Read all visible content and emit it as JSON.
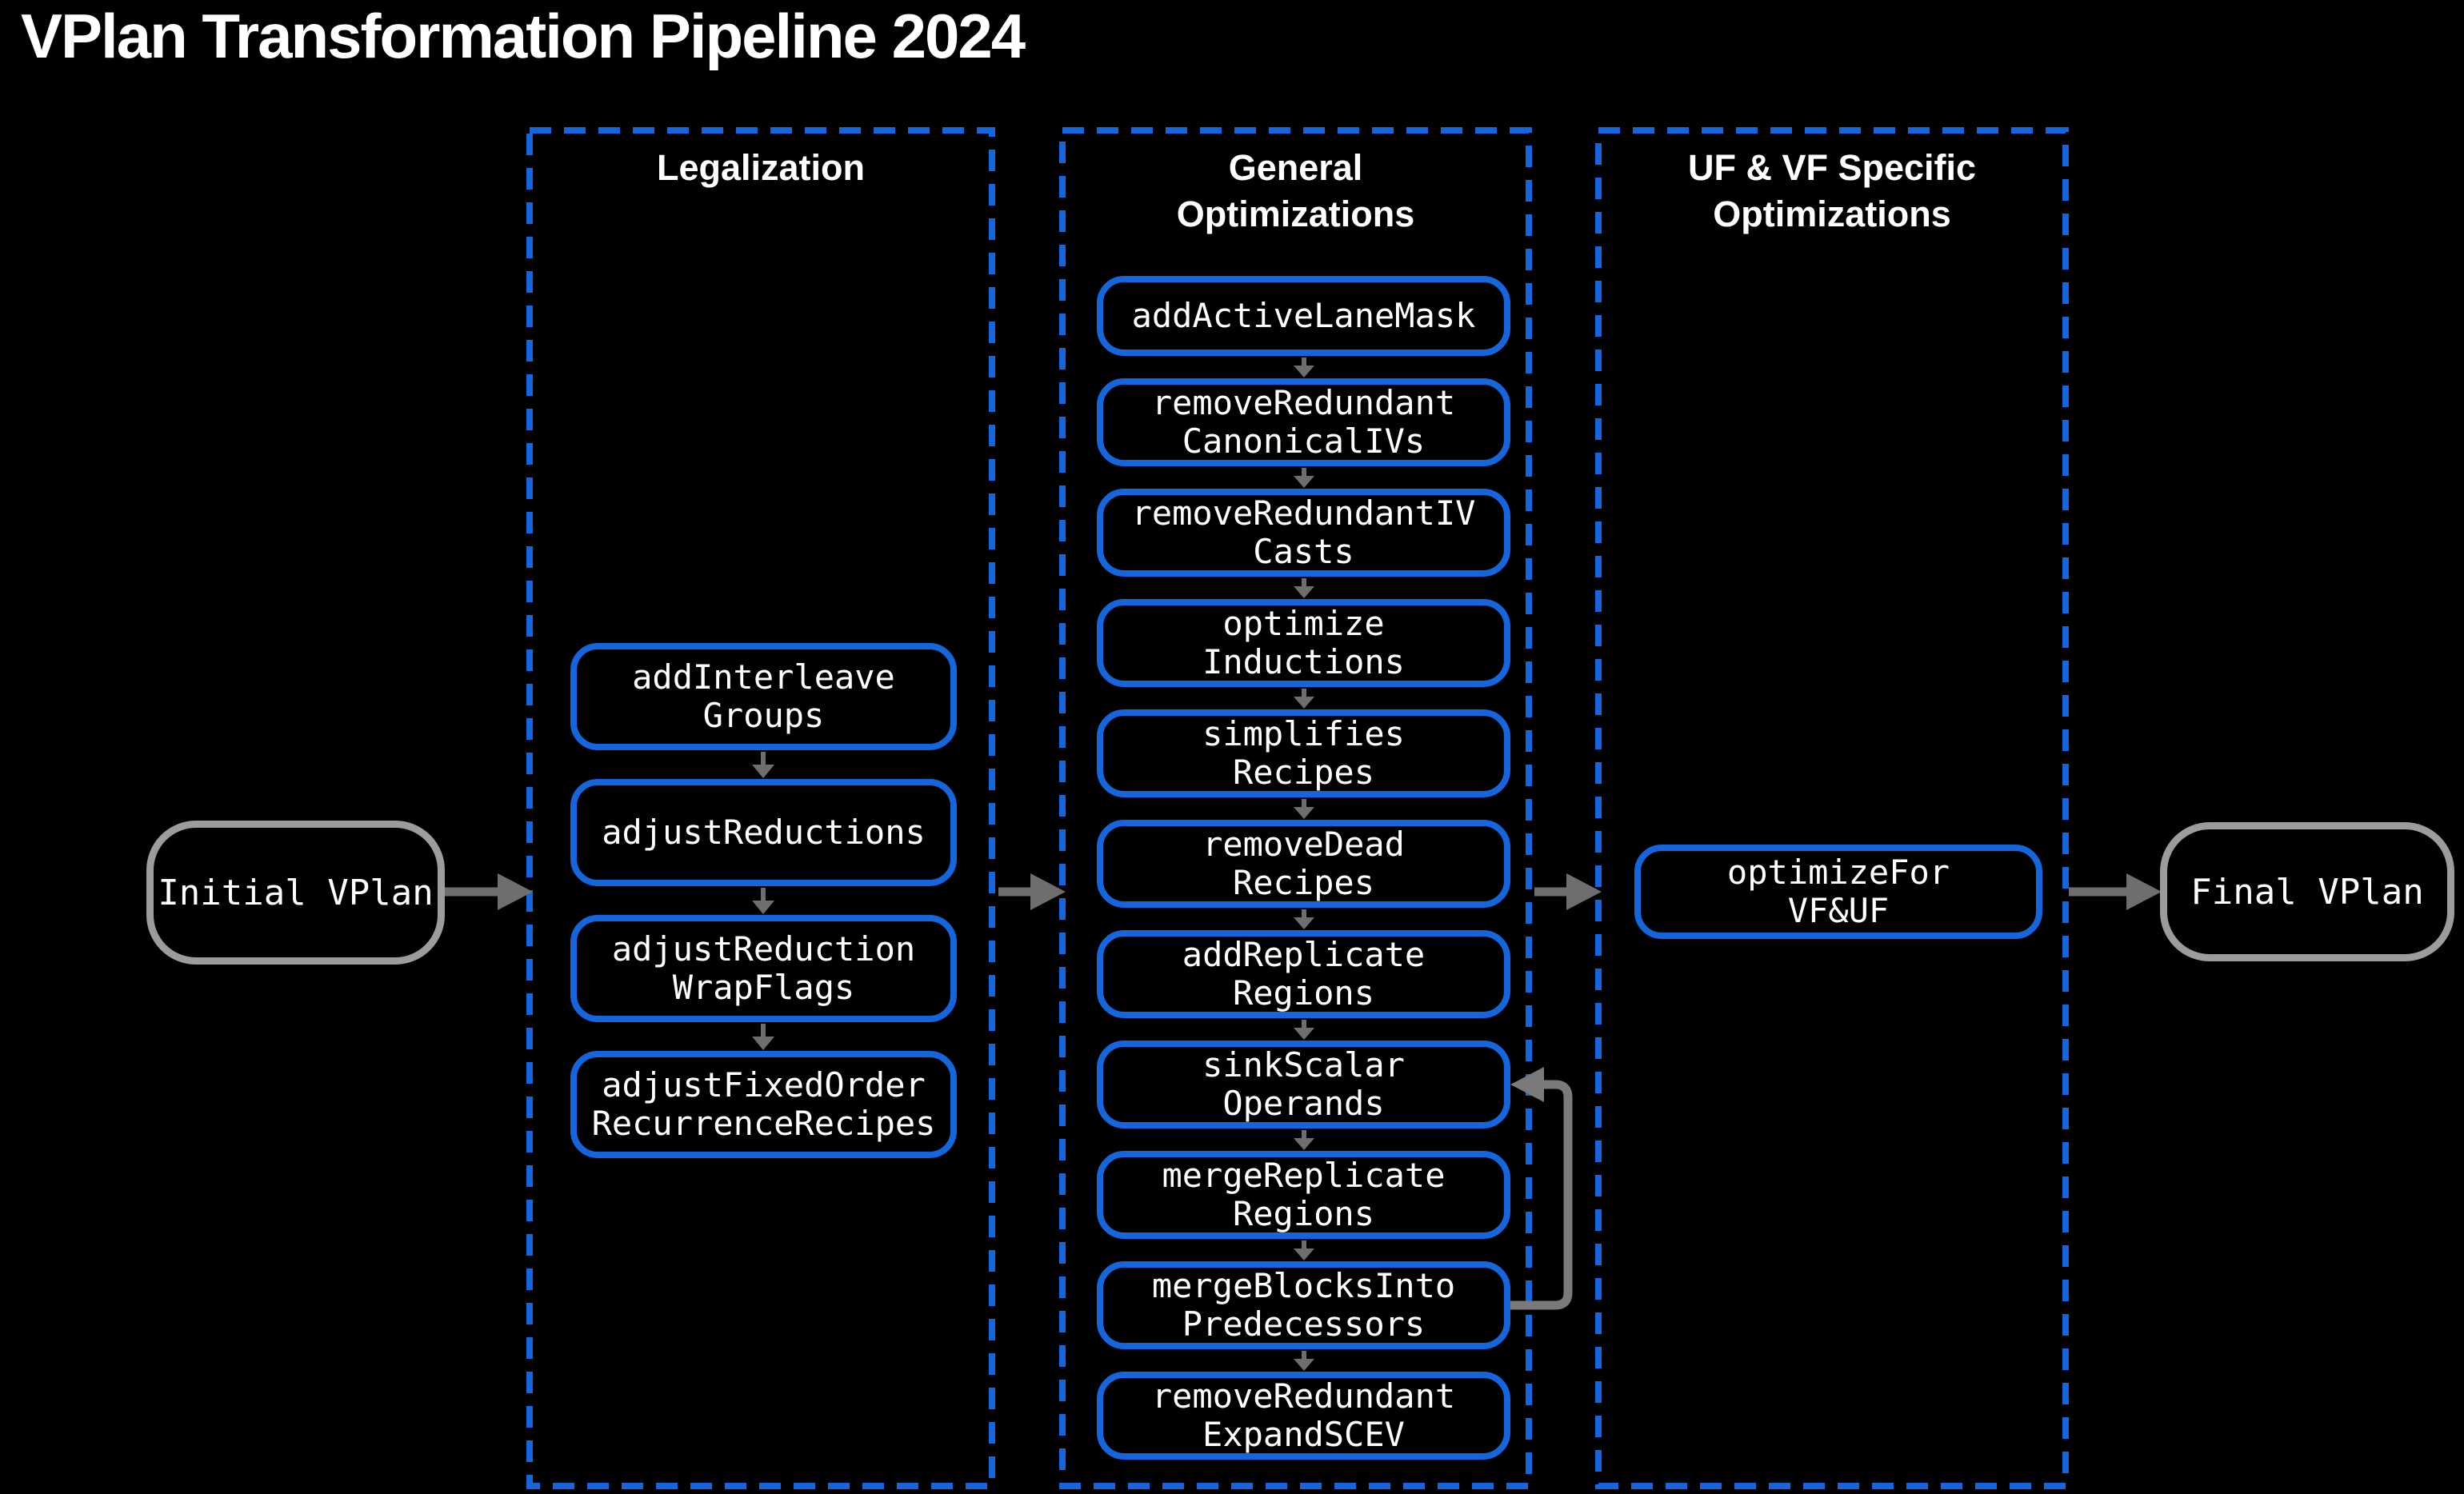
{
  "title": "VPlan Transformation Pipeline 2024",
  "colors": {
    "background": "#000000",
    "accent_blue": "#1566dd",
    "arrow_gray": "#6e6e6e",
    "terminal_gray": "#9c9c9c",
    "text": "#ffffff"
  },
  "terminals": {
    "initial": "Initial VPlan",
    "final": "Final VPlan"
  },
  "columns": [
    {
      "header": "Legalization",
      "boxes": [
        "addInterleave\nGroups",
        "adjustReductions",
        "adjustReduction\nWrapFlags",
        "adjustFixedOrder\nRecurrenceRecipes"
      ]
    },
    {
      "header": "General\nOptimizations",
      "boxes": [
        "addActiveLaneMask",
        "removeRedundant\nCanonicalIVs",
        "removeRedundantIV\nCasts",
        "optimize\nInductions",
        "simplifies\nRecipes",
        "removeDead\nRecipes",
        "addReplicate\nRegions",
        "sinkScalar\nOperands",
        "mergeReplicate\nRegions",
        "mergeBlocksInto\nPredecessors",
        "removeRedundant\nExpandSCEV"
      ]
    },
    {
      "header": "UF & VF Specific\nOptimizations",
      "boxes": [
        "optimizeFor\nVF&UF"
      ]
    }
  ],
  "loopback": {
    "from": "mergeBlocksIntoPredecessors",
    "to": "sinkScalarOperands"
  }
}
